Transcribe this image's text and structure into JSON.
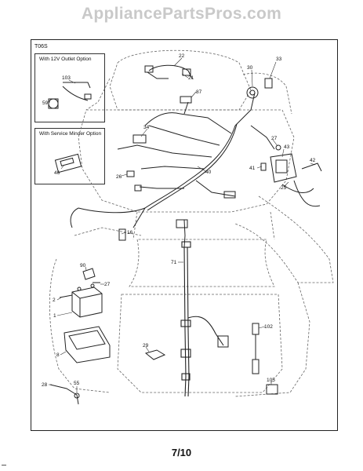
{
  "watermark": "AppliancePartsPros.com",
  "diagram": {
    "label": "T06S",
    "insets": {
      "outlet_option": "With 12V Outlet Option",
      "service_minder_option": "With Service Minder Option"
    },
    "callouts": {
      "c103": "103",
      "c59": "59",
      "c46": "46",
      "c22": "22",
      "c21": "21",
      "c30": "30",
      "c33": "33",
      "c87": "87",
      "c34": "34",
      "c27a": "27",
      "c43": "43",
      "c40": "40",
      "c41": "41",
      "c42": "42",
      "c26": "26",
      "c25": "25",
      "c16": "16",
      "c71": "71",
      "c90": "90",
      "c27b": "27",
      "c2": "2",
      "c1": "1",
      "c8": "8",
      "c102": "102",
      "c29": "29",
      "c28": "28",
      "c55": "55",
      "c105": "105"
    }
  },
  "page": "7/10"
}
